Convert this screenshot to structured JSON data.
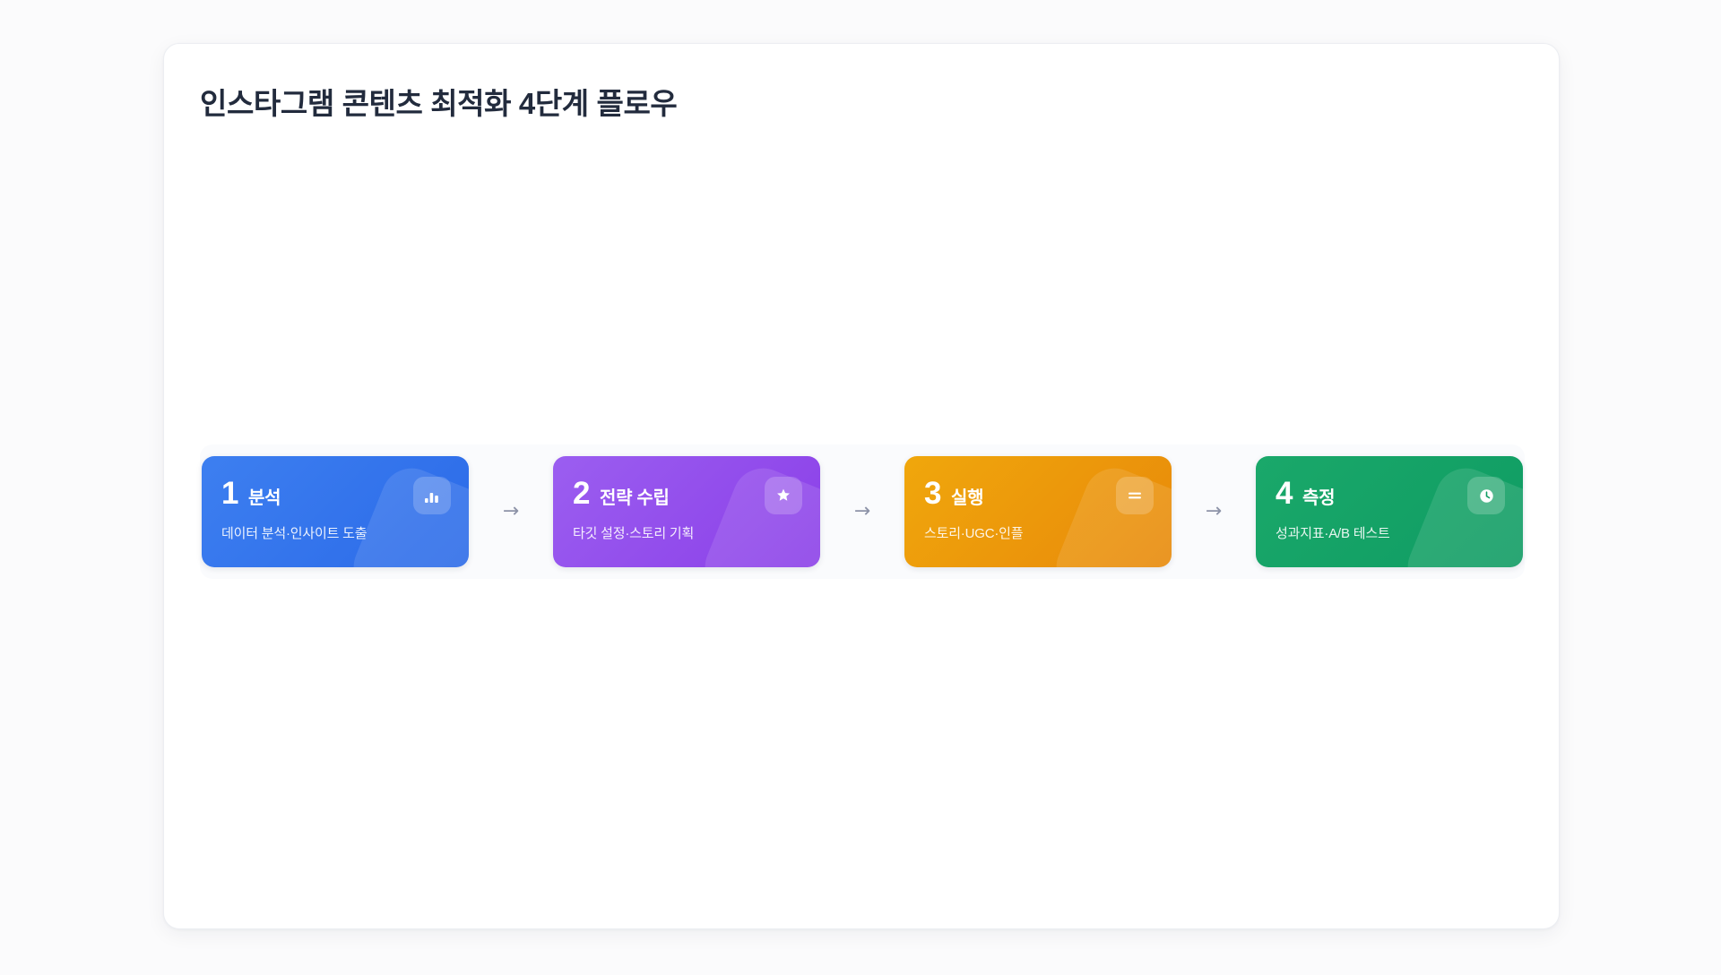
{
  "page": {
    "background_color": "#fbfbfc",
    "panel_background": "#ffffff"
  },
  "header": {
    "title": "인스타그램 콘텐츠 최적화 4단계 플로우",
    "title_color": "#222b3d"
  },
  "flow": {
    "band_color": "#fafbfd",
    "connector": "→",
    "connector_color": "#8d93a8",
    "steps": [
      {
        "number": "1",
        "label": "분석",
        "description": "데이터 분석·인사이트 도출",
        "icon": "bar-chart-icon",
        "color_from": "#3d7ff0",
        "color_to": "#2b6ae8"
      },
      {
        "number": "2",
        "label": "전략 수립",
        "description": "타깃 설정·스토리 기획",
        "icon": "star-icon",
        "color_from": "#9b5ef0",
        "color_to": "#8b3fe8"
      },
      {
        "number": "3",
        "label": "실행",
        "description": "스토리·UGC·인플",
        "icon": "equals-icon",
        "color_from": "#f0a70c",
        "color_to": "#e8890a"
      },
      {
        "number": "4",
        "label": "측정",
        "description": "성과지표·A/B 테스트",
        "icon": "clock-icon",
        "color_from": "#1aa86a",
        "color_to": "#0f9c63"
      }
    ]
  }
}
